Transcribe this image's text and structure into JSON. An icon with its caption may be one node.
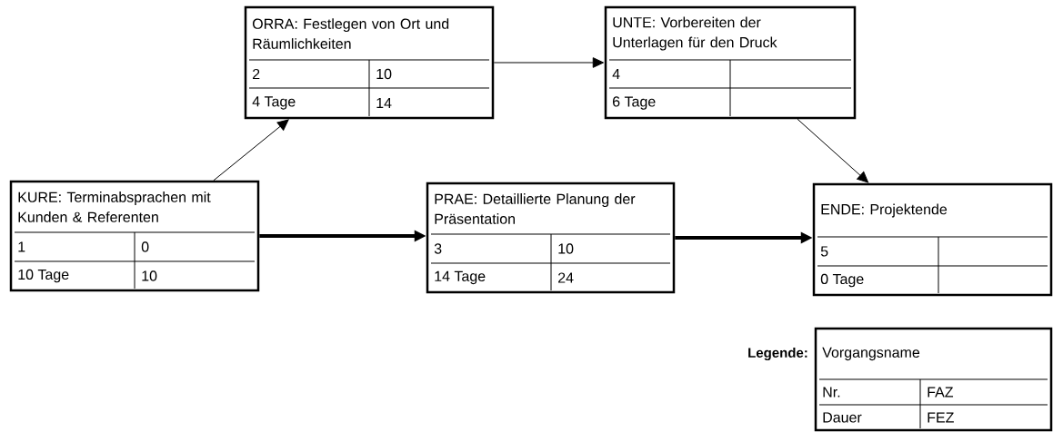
{
  "diagram": {
    "nodes": [
      {
        "text": [
          "ORRA: Festlegen von Ort und Räumlichkeiten",
          "2",
          "10",
          "4 Tage",
          "14"
        ]
      },
      {
        "text": [
          "UNTE: Vorbereiten der Unterlagen für den Druck",
          "4",
          "6 Tage"
        ]
      },
      {
        "text": [
          "KURE: Terminabsprachen mit Kunden & Referenten",
          "1",
          "0",
          "10 Tage",
          "10"
        ]
      },
      {
        "text": [
          "PRAE: Detaillierte Planung der Präsentation",
          "3",
          "10",
          "14 Tage",
          "24"
        ]
      },
      {
        "text": [
          "ENDE: Projektende",
          "5",
          "0 Tage"
        ]
      },
      {
        "text": [
          "Vorgangsname",
          "Nr.",
          "FAZ",
          "Dauer",
          "FEZ"
        ],
        "beside": [
          "Legende:"
        ]
      }
    ],
    "edges": [
      {
        "from": 2,
        "to": 0,
        "arrow": "to"
      },
      {
        "from": 2,
        "to": 3,
        "arrow": "to",
        "style": "thick"
      },
      {
        "from": 0,
        "to": 1,
        "arrow": "to"
      },
      {
        "from": 1,
        "to": 4,
        "arrow": "to"
      },
      {
        "from": 3,
        "to": 4,
        "arrow": "to",
        "style": "thick"
      }
    ]
  }
}
